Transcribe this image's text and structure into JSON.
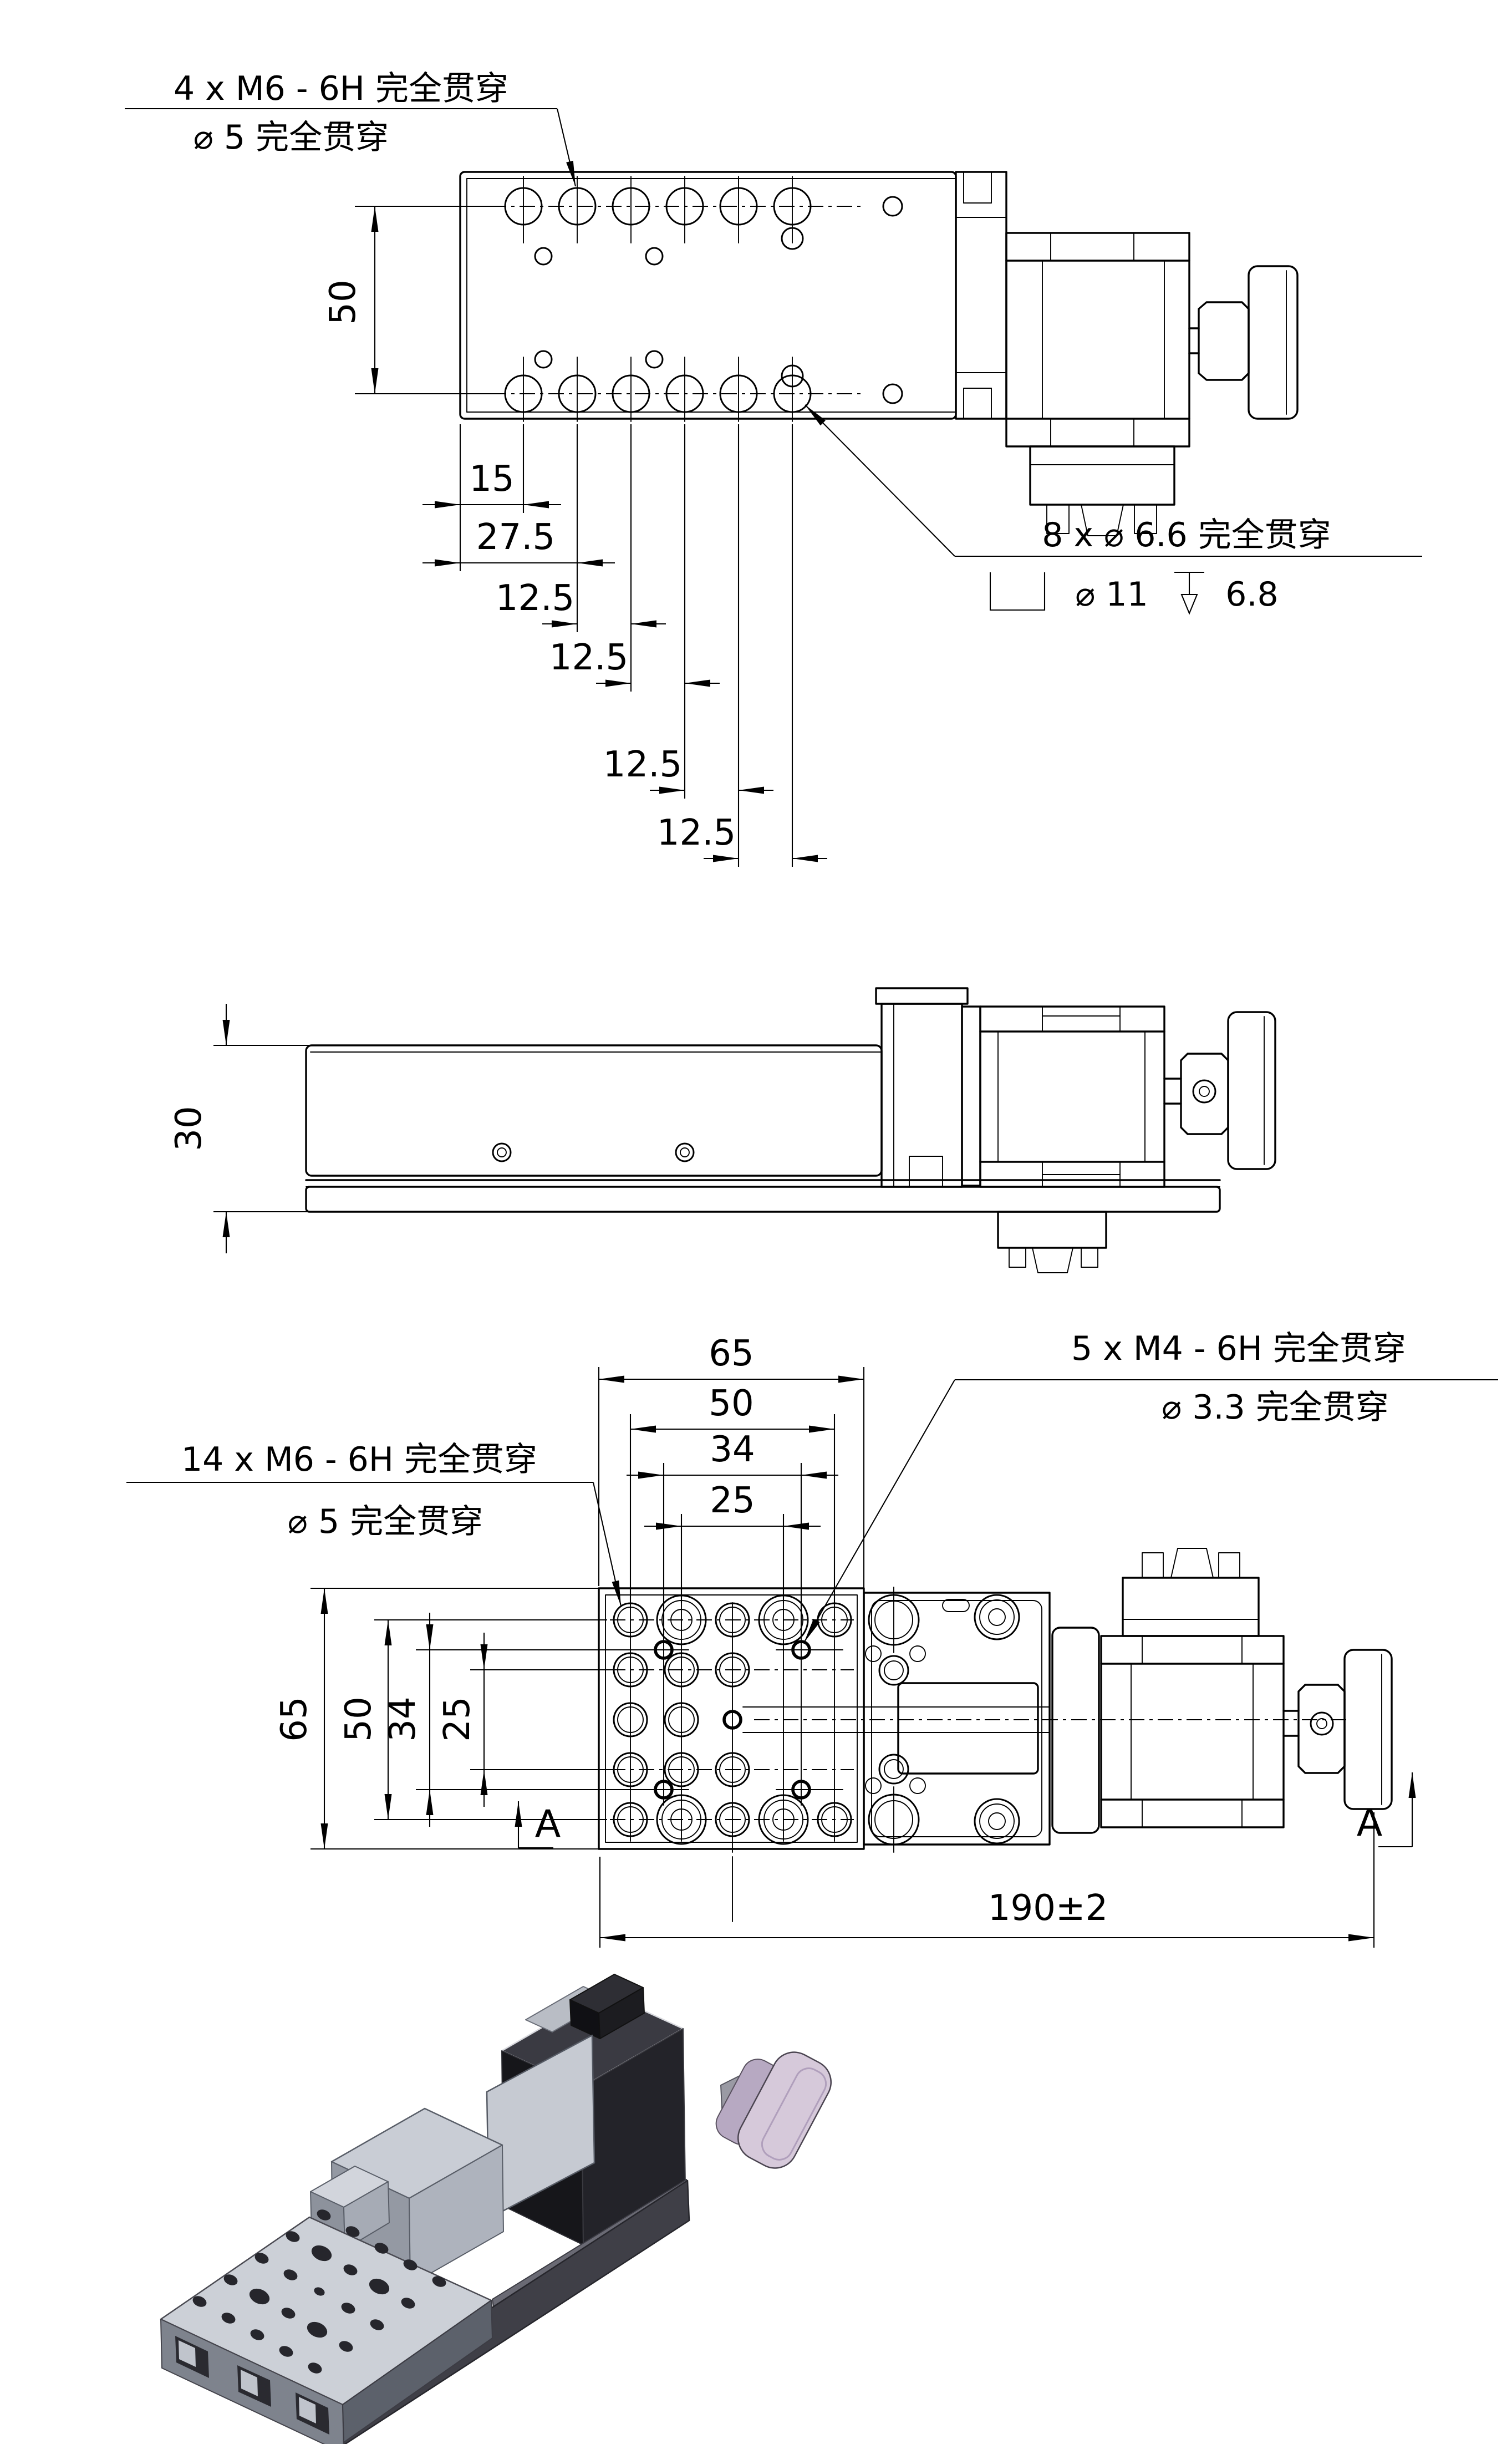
{
  "page": {
    "background": "#ffffff",
    "ink": "#000000",
    "render_3d_colors": {
      "plate_top": "#ccd0d7",
      "plate_side": "#7e838d",
      "base": "#3f3f47",
      "motor": "#16161a",
      "knob": "#d6c9da",
      "bracket": "#c6cad2"
    }
  },
  "top_view": {
    "callout_m6_line1": "4 x  M6 - 6H 完全贯穿",
    "callout_m6_line2": "⌀ 5 完全贯穿",
    "callout_cbore_line1": "8 x ⌀ 6.6 完全贯穿",
    "callout_cbore_dia": "⌀ 11",
    "callout_cbore_depth": "6.8",
    "dim_rows": "50",
    "dim_chain": [
      "15",
      "27.5",
      "12.5",
      "12.5",
      "12.5",
      "12.5"
    ]
  },
  "side_view": {
    "dim_height": "30"
  },
  "plan_view": {
    "callout_m4_line1": "5 x  M4 - 6H 完全贯穿",
    "callout_m4_line2": "⌀ 3.3 完全贯穿",
    "callout_m6_line1": "14 x  M6 - 6H 完全贯穿",
    "callout_m6_line2": "⌀ 5 完全贯穿",
    "dims_h": [
      "65",
      "50",
      "34",
      "25"
    ],
    "dims_v": [
      "65",
      "50",
      "34",
      "25"
    ],
    "dim_overall": "190±2",
    "section_label": "A"
  }
}
